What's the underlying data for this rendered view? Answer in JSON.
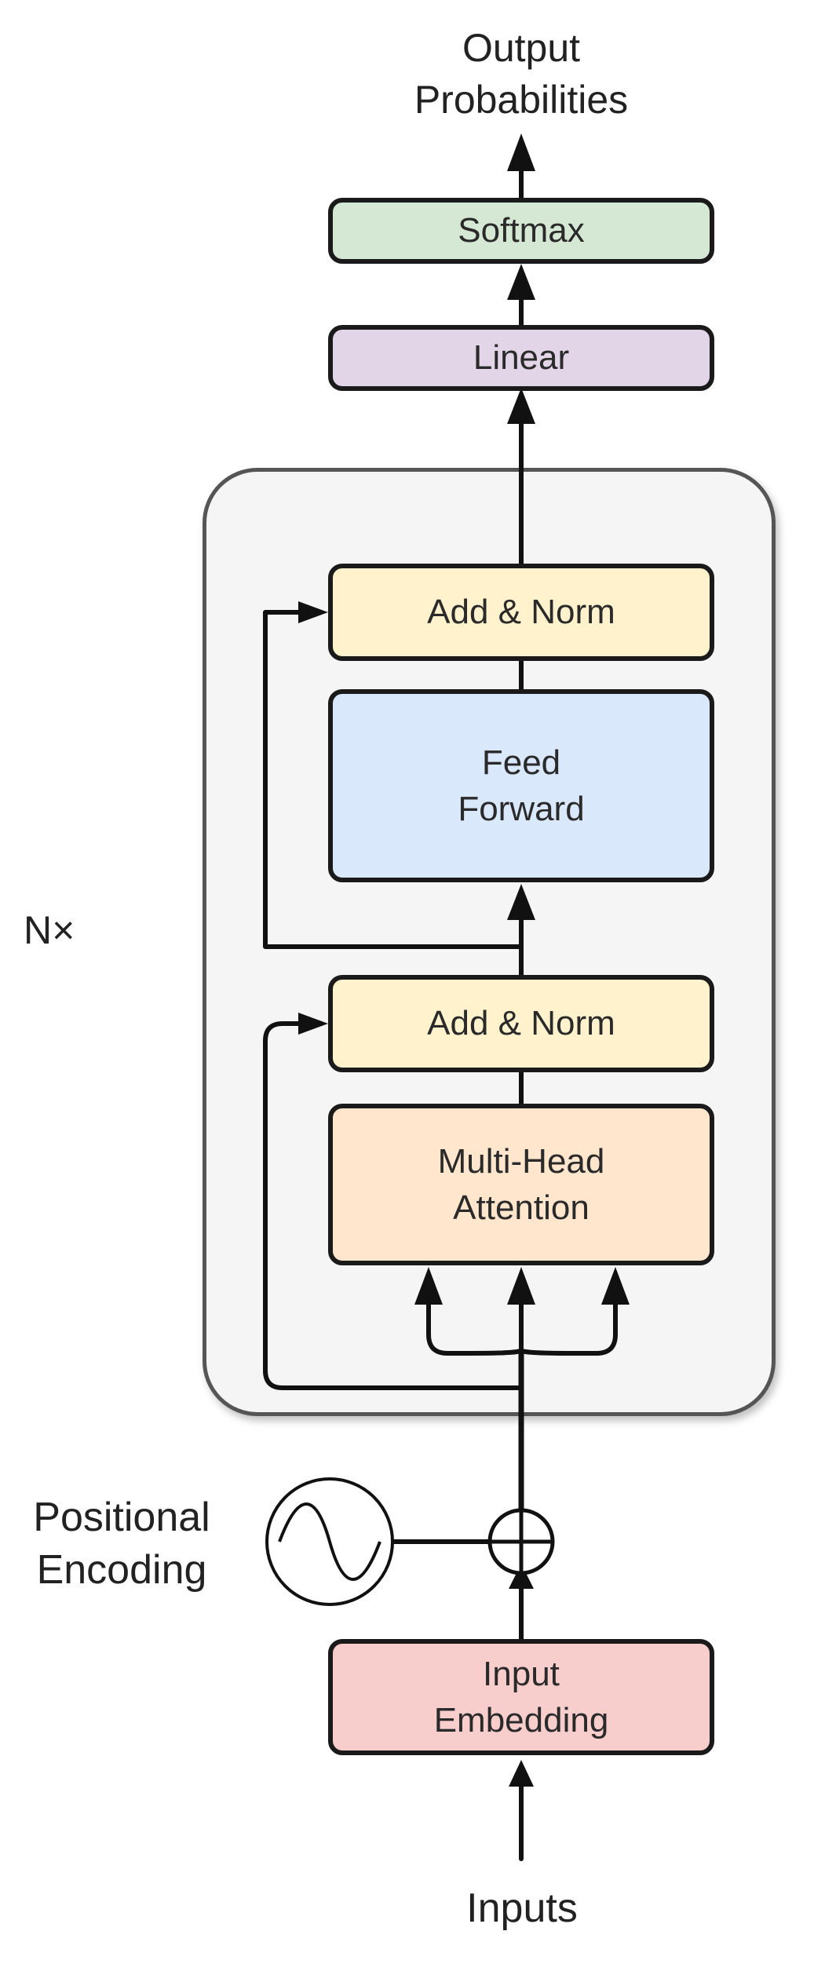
{
  "output_label": "Output\nProbabilities",
  "inputs_label": "Inputs",
  "nx_label": "N×",
  "pos_encoding_label": "Positional\nEncoding",
  "blocks": {
    "softmax": {
      "label": "Softmax",
      "color": "#d5e8d4"
    },
    "linear": {
      "label": "Linear",
      "color": "#e1d5e7"
    },
    "add_norm_top": {
      "label": "Add & Norm",
      "color": "#fff2cc"
    },
    "feed_forward": {
      "label": "Feed\nForward",
      "color": "#dae8fc"
    },
    "add_norm_bottom": {
      "label": "Add & Norm",
      "color": "#fff2cc"
    },
    "attention": {
      "label": "Multi-Head\nAttention",
      "color": "#ffe6cc"
    },
    "input_embedding": {
      "label": "Input\nEmbedding",
      "color": "#f8cecc"
    }
  },
  "layer_container_color": "#f5f5f5"
}
